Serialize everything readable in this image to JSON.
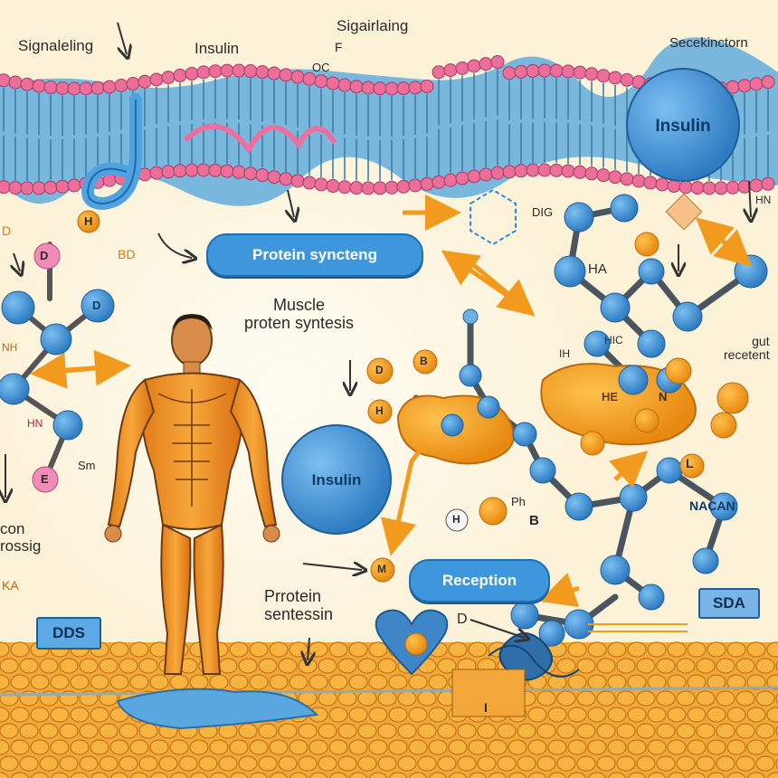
{
  "labels": {
    "signaling_top_left": "Signaleling",
    "insulin_top": "Insulin",
    "signaling_top_mid": "Sigairlaing",
    "f_glyph": "F",
    "oc_glyph": "OC",
    "receptor_top_right": "Secekinctorn",
    "insulin_circle_top": "Insulin",
    "protein_pill": "Protein syncteng",
    "muscle_caption": "Muscle\nproten syntesis",
    "insulin_circle_mid": "Insulin",
    "reception_pill": "Reception",
    "protein_bottom": "Prrotein\nsentessin",
    "cross_left": "con\nrossig",
    "dds_box": "DDS",
    "sda_box": "SDA",
    "gut_receptor": "gut\nrecetent",
    "dig": "DIG",
    "hn_right": "HN",
    "ha_mid": "HA",
    "hic": "HIC",
    "ih": "IH",
    "he": "HE",
    "n_glyph": "N",
    "ka": "KA",
    "bd": "BD",
    "d_left": "D",
    "nh_left": "NH",
    "hn_left": "HN",
    "sm": "Sm",
    "ph": "Ph",
    "b_glyph": "B",
    "d_bottom": "D",
    "i_bottom": "I",
    "nacan": "NACAN",
    "l_box": "L"
  },
  "atom_labels": {
    "pink_d": "D",
    "orange_h": "H",
    "blue_d": "D",
    "pink_e": "E",
    "orange_h_mid": "H",
    "white_h": "H",
    "orange_m": "M",
    "orange_d": "D",
    "orange_b": "B"
  },
  "colors": {
    "background": "#fbf2d8",
    "membrane_pink": "#ec6f9a",
    "membrane_blue": "#5a9fcd",
    "atom_blue": "#3f8fd6",
    "orange": "#f2a22c",
    "arrow_orange": "#f29a1d",
    "pill_blue": "#3e97dd"
  },
  "icons": [
    "muscular-human-figure",
    "membrane",
    "molecule-network",
    "fat-cell-layer",
    "heart-shaped-molecule"
  ]
}
